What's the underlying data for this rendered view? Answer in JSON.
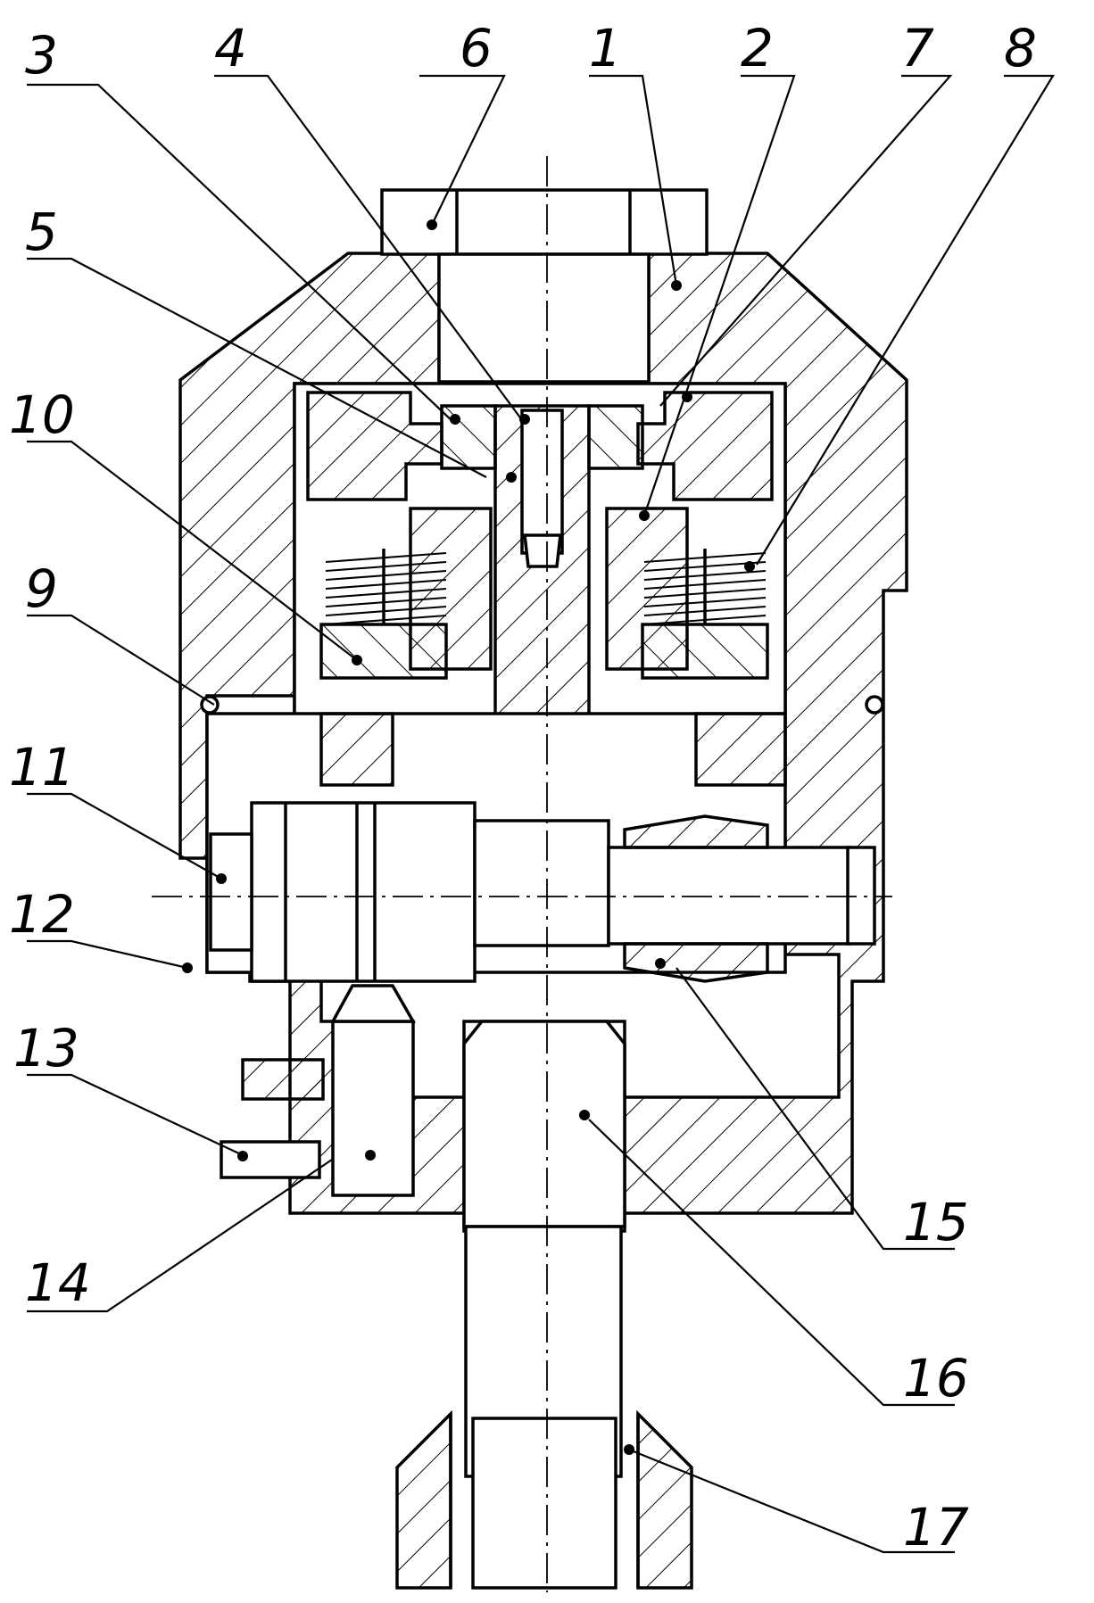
{
  "figure": {
    "part_labels": [
      {
        "id": "3",
        "text": "3"
      },
      {
        "id": "4",
        "text": "4"
      },
      {
        "id": "6",
        "text": "6"
      },
      {
        "id": "1",
        "text": "1"
      },
      {
        "id": "2",
        "text": "2"
      },
      {
        "id": "7",
        "text": "7"
      },
      {
        "id": "8",
        "text": "8"
      },
      {
        "id": "5",
        "text": "5"
      },
      {
        "id": "10",
        "text": "10"
      },
      {
        "id": "9",
        "text": "9"
      },
      {
        "id": "11",
        "text": "11"
      },
      {
        "id": "12",
        "text": "12"
      },
      {
        "id": "13",
        "text": "13"
      },
      {
        "id": "14",
        "text": "14"
      },
      {
        "id": "15",
        "text": "15"
      },
      {
        "id": "16",
        "text": "16"
      },
      {
        "id": "17",
        "text": "17"
      }
    ]
  }
}
